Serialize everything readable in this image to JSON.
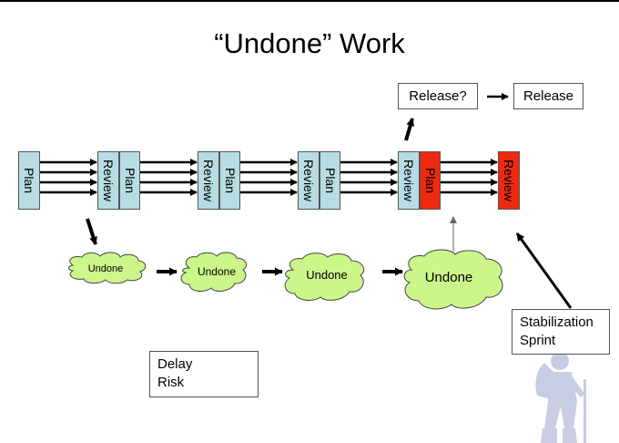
{
  "title": "“Undone” Work",
  "boxes": {
    "plan_1": "Plan",
    "review_1": "Review",
    "plan_2": "Plan",
    "review_2": "Review",
    "plan_3": "Plan",
    "review_3": "Review",
    "plan_4": "Plan",
    "review_4": "Review",
    "plan_5": "Plan",
    "review_5": "Review"
  },
  "clouds": [
    "Undone",
    "Undone",
    "Undone",
    "Undone"
  ],
  "release_question": "Release?",
  "release": "Release",
  "stabilization": [
    "Stabilization",
    "Sprint"
  ],
  "delay_risk": [
    "Delay",
    "Risk"
  ],
  "colors": {
    "box_fill": "#b8dce4",
    "box_highlight": "#ee2a0f",
    "cloud_fill": "#ccf58a",
    "hiker_fill": "#c9cde4"
  }
}
